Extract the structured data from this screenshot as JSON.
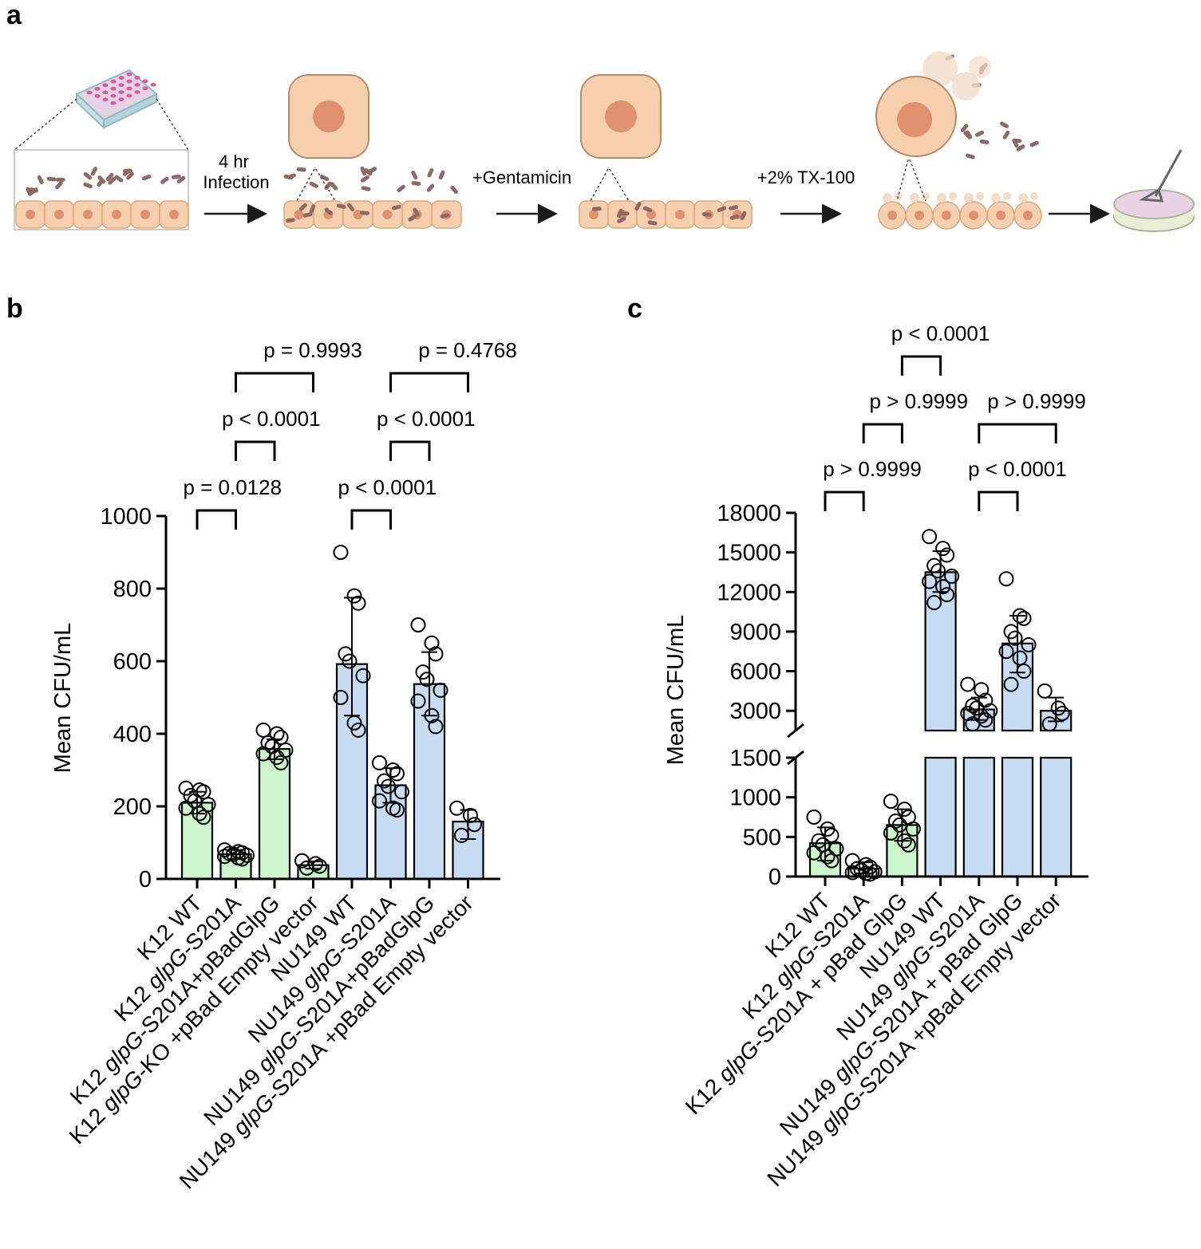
{
  "panels": {
    "a": "a",
    "b": "b",
    "c": "c"
  },
  "schematic": {
    "steps": [
      {
        "label": "4 hr\nInfection"
      },
      {
        "label": "+Gentamicin"
      },
      {
        "label": "+2% TX-100"
      }
    ]
  },
  "colors": {
    "k12_bar": "#ccf5cc",
    "nu149_bar": "#c7dbf3",
    "cell_fill": "#f6cfae",
    "cell_stroke": "#d9a77e",
    "nucleus": "#e09270",
    "bacteria": "#8c6b66",
    "arrow": "#1a1a1a"
  },
  "chart_data": [
    {
      "type": "bar",
      "panel": "b",
      "ylabel": "Mean CFU/mL",
      "ylim": [
        0,
        1000
      ],
      "yticks": [
        0,
        200,
        400,
        600,
        800,
        1000
      ],
      "categories": [
        {
          "pre": "K12 WT",
          "it": "",
          "post": ""
        },
        {
          "pre": "K12 ",
          "it": "glpG",
          "post": "-S201A"
        },
        {
          "pre": "K12 ",
          "it": "glpG",
          "post": "-S201A+pBadGlpG"
        },
        {
          "pre": "K12 ",
          "it": "glpG",
          "post": "-KO +pBad Empty vector"
        },
        {
          "pre": "NU149 WT",
          "it": "",
          "post": ""
        },
        {
          "pre": "NU149 ",
          "it": "glpG",
          "post": "-S201A"
        },
        {
          "pre": "NU149 ",
          "it": "glpG",
          "post": "-S201A+pBadGlpG"
        },
        {
          "pre": "NU149 ",
          "it": "glpG",
          "post": "-S201A +pBad Empty vector"
        }
      ],
      "groups": [
        "K12",
        "K12",
        "K12",
        "K12",
        "NU149",
        "NU149",
        "NU149",
        "NU149"
      ],
      "values": [
        210,
        68,
        358,
        38,
        592,
        258,
        537,
        158
      ],
      "errors": [
        [
          180,
          240
        ],
        [
          55,
          80
        ],
        [
          330,
          385
        ],
        [
          28,
          48
        ],
        [
          450,
          775
        ],
        [
          210,
          305
        ],
        [
          450,
          625
        ],
        [
          110,
          190
        ]
      ],
      "points": [
        [
          250,
          245,
          240,
          230,
          215,
          205,
          195,
          180,
          170
        ],
        [
          80,
          75,
          72,
          70,
          68,
          65,
          62,
          58,
          55
        ],
        [
          410,
          400,
          390,
          375,
          365,
          355,
          345,
          335,
          320
        ],
        [
          50,
          42,
          35,
          30
        ],
        [
          900,
          780,
          760,
          620,
          600,
          560,
          500,
          430,
          410
        ],
        [
          320,
          300,
          290,
          270,
          255,
          240,
          215,
          195,
          190
        ],
        [
          700,
          650,
          620,
          570,
          550,
          520,
          490,
          450,
          420
        ],
        [
          195,
          175,
          150,
          120
        ]
      ],
      "comparisons": [
        {
          "from": 0,
          "to": 1,
          "level": 0,
          "p": "p = 0.0128"
        },
        {
          "from": 1,
          "to": 2,
          "level": 1,
          "p": "p < 0.0001"
        },
        {
          "from": 1,
          "to": 3,
          "level": 2,
          "p": "p = 0.9993"
        },
        {
          "from": 4,
          "to": 5,
          "level": 0,
          "p": "p < 0.0001"
        },
        {
          "from": 5,
          "to": 6,
          "level": 1,
          "p": "p < 0.0001"
        },
        {
          "from": 5,
          "to": 7,
          "level": 2,
          "p": "p = 0.4768"
        }
      ]
    },
    {
      "type": "bar",
      "panel": "c",
      "ylabel": "Mean CFU/mL",
      "axis_break": true,
      "ylim_lower": [
        0,
        1500
      ],
      "yticks_lower": [
        0,
        500,
        1000,
        1500
      ],
      "ylim_upper": [
        1500,
        18000
      ],
      "yticks_upper": [
        3000,
        6000,
        9000,
        12000,
        15000,
        18000
      ],
      "categories": [
        {
          "pre": "K12 WT",
          "it": "",
          "post": ""
        },
        {
          "pre": "K12 ",
          "it": "glpG",
          "post": "-S201A"
        },
        {
          "pre": "K12 ",
          "it": "glpG",
          "post": "-S201A + pBad GlpG"
        },
        {
          "pre": "NU149 WT",
          "it": "",
          "post": ""
        },
        {
          "pre": "NU149 ",
          "it": "glpG",
          "post": "-S201A"
        },
        {
          "pre": "NU149 ",
          "it": "glpG",
          "post": "-S201A + pBad GlpG"
        },
        {
          "pre": "NU149 ",
          "it": "glpG",
          "post": "-S201A +pBad Empty vector"
        }
      ],
      "groups": [
        "K12",
        "K12",
        "K12",
        "NU149",
        "NU149",
        "NU149",
        "NU149"
      ],
      "values": [
        420,
        100,
        650,
        13500,
        3100,
        8100,
        3000
      ],
      "errors": [
        [
          200,
          620
        ],
        [
          40,
          180
        ],
        [
          450,
          850
        ],
        [
          12000,
          15100
        ],
        [
          2300,
          4000
        ],
        [
          5900,
          10200
        ],
        [
          2200,
          4000
        ]
      ],
      "points": [
        [
          750,
          600,
          520,
          450,
          400,
          350,
          300,
          250,
          200
        ],
        [
          200,
          150,
          120,
          100,
          80,
          60,
          50,
          40,
          30
        ],
        [
          950,
          850,
          750,
          700,
          650,
          600,
          550,
          450,
          400
        ],
        [
          16200,
          15300,
          14800,
          14000,
          13600,
          13200,
          12800,
          12400,
          11800,
          11200
        ],
        [
          5000,
          4600,
          3800,
          3400,
          3200,
          3000,
          2800,
          2600,
          2300,
          2000
        ],
        [
          13000,
          10200,
          10000,
          9000,
          8500,
          8000,
          7500,
          7000,
          6000,
          5000
        ],
        [
          4500,
          3200,
          2800,
          2000
        ]
      ],
      "comparisons": [
        {
          "from": 0,
          "to": 1,
          "level": 0,
          "p": "p > 0.9999"
        },
        {
          "from": 1,
          "to": 2,
          "level": 1,
          "p": "p > 0.9999"
        },
        {
          "from": 2,
          "to": 3,
          "level": 2,
          "p": "p < 0.0001"
        },
        {
          "from": 4,
          "to": 5,
          "level": 0,
          "p": "p < 0.0001"
        },
        {
          "from": 4,
          "to": 6,
          "level": 1,
          "p": "p > 0.9999"
        }
      ]
    }
  ]
}
